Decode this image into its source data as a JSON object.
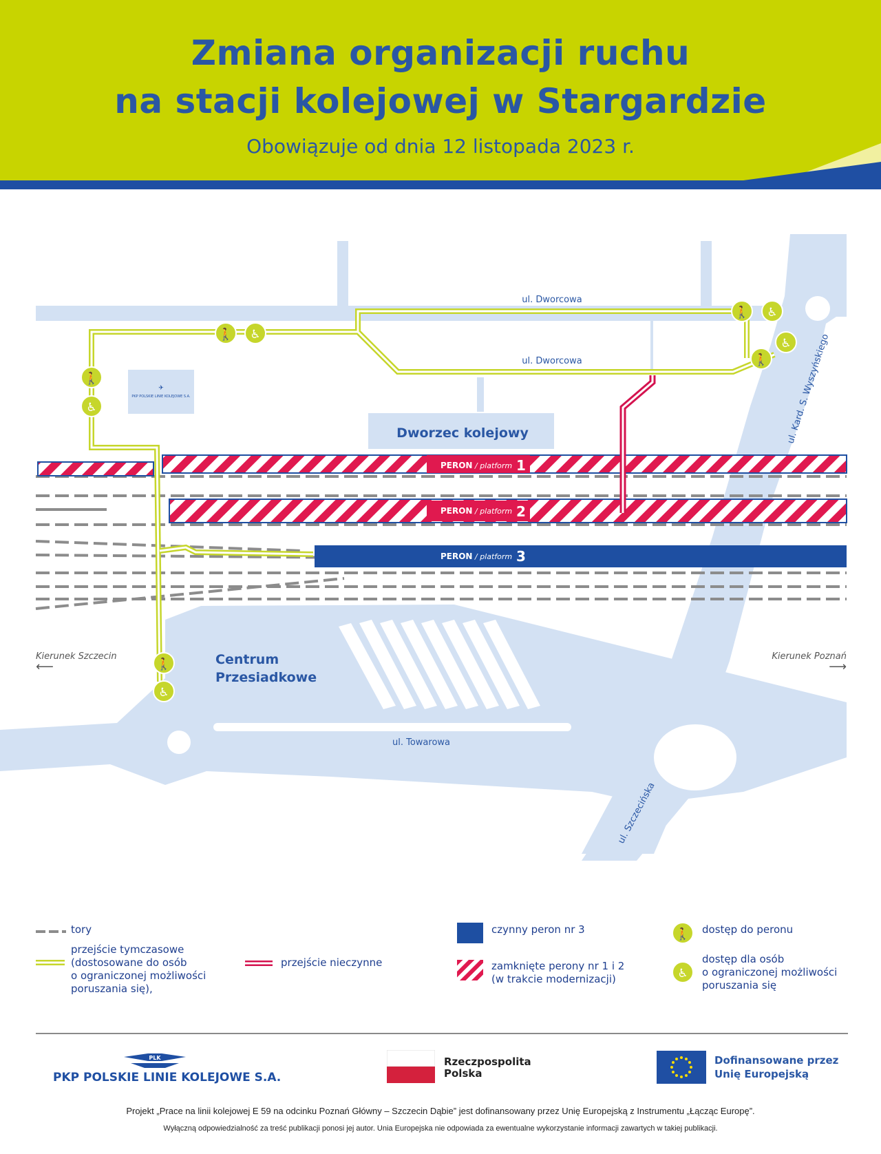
{
  "header": {
    "title_line1": "Zmiana organizacji ruchu",
    "title_line2": "na stacji kolejowej w Stargardzie",
    "subtitle": "Obowiązuje od dnia 12 listopada 2023 r."
  },
  "colors": {
    "header_green": "#c8d400",
    "header_blue": "#1f4fa3",
    "road": "#d3e1f3",
    "closed_platform": "#e0194f",
    "open_platform": "#1e4fa2",
    "temporary_path": "#c6d62b",
    "closed_path": "#d4134f",
    "track": "#8c8c8c"
  },
  "map": {
    "streets": {
      "dworcowa_top": "ul. Dworcowa",
      "dworcowa_inner": "ul. Dworcowa",
      "wyszynskiego": "ul. Kard. S. Wyszyńskiego",
      "towarowa": "ul. Towarowa",
      "szczecinska": "ul. Szczecińska"
    },
    "station_label": "Dworzec kolejowy",
    "interchange_label_line1": "Centrum",
    "interchange_label_line2": "Przesiadkowe",
    "pkp_building_label": "PKP POLSKIE LINIE KOLEJOWE S.A.",
    "direction_left": "Kierunek Szczecin",
    "direction_right": "Kierunek Poznań",
    "platforms": [
      {
        "word": "PERON",
        "sub": "/ platform",
        "number": "1",
        "status": "closed"
      },
      {
        "word": "PERON",
        "sub": "/ platform",
        "number": "2",
        "status": "closed"
      },
      {
        "word": "PERON",
        "sub": "/ platform",
        "number": "3",
        "status": "open"
      }
    ],
    "access_icons": [
      "pedestrian-icon",
      "wheelchair-icon"
    ]
  },
  "legend": {
    "tracks": "tory",
    "temp_path_line1": "przejście tymczasowe",
    "temp_path_line2": "(dostosowane do osób",
    "temp_path_line3": "o ograniczonej możliwości",
    "temp_path_line4": "poruszania się),",
    "closed_path": "przejście nieczynne",
    "open_platform": "czynny peron nr 3",
    "closed_platforms_line1": "zamknięte perony nr 1 i 2",
    "closed_platforms_line2": "(w trakcie modernizacji)",
    "platform_access": "dostęp do peronu",
    "reduced_mobility_line1": "dostęp dla osób",
    "reduced_mobility_line2": "o ograniczonej możliwości",
    "reduced_mobility_line3": "poruszania się"
  },
  "footer": {
    "pkp_name": "PKP POLSKIE LINIE KOLEJOWE S.A.",
    "pkp_emblem": "PLK",
    "rp_line1": "Rzeczpospolita",
    "rp_line2": "Polska",
    "eu_line1": "Dofinansowane przez",
    "eu_line2": "Unię Europejską",
    "project_note": "Projekt „Prace na linii kolejowej E 59 na odcinku Poznań Główny – Szczecin Dąbie” jest dofinansowany przez Unię Europejską z Instrumentu „Łącząc Europę”.",
    "disclaimer": "Wyłączną odpowiedzialność za treść publikacji ponosi jej autor. Unia Europejska nie odpowiada za ewentualne wykorzystanie informacji zawartych w takiej publikacji."
  }
}
